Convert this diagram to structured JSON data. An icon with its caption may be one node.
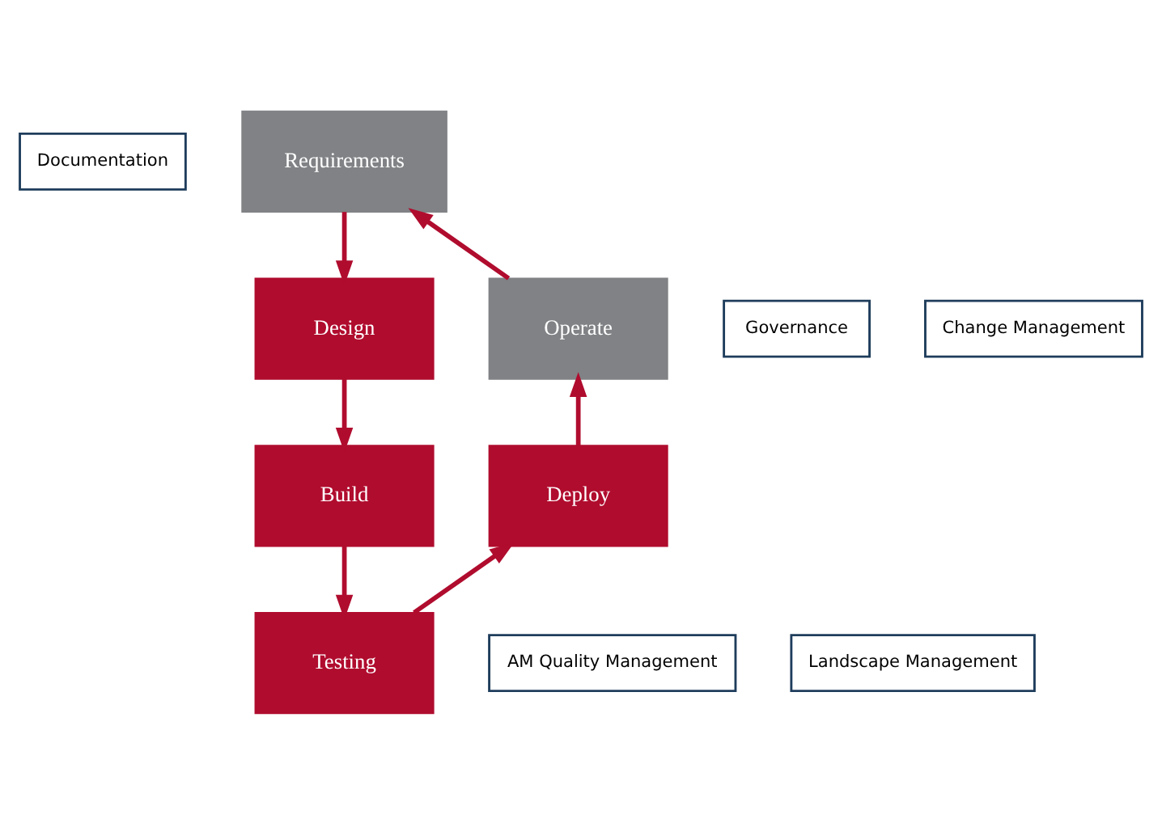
{
  "diagram": {
    "nodes": [
      {
        "text": [
          "Documentation"
        ]
      },
      {
        "text": [
          "Requirements"
        ]
      },
      {
        "text": [
          "Operate"
        ]
      },
      {
        "text": [
          "Design"
        ]
      },
      {
        "text": [
          "Governance"
        ]
      },
      {
        "text": [
          "Change Management"
        ]
      },
      {
        "text": [
          "Deploy"
        ]
      },
      {
        "text": [
          "Build"
        ]
      },
      {
        "text": [
          "Testing"
        ]
      },
      {
        "text": [
          "AM Quality Management"
        ]
      },
      {
        "text": [
          "Landscape Management"
        ]
      }
    ],
    "edges": [
      {
        "from": 1,
        "to": 3,
        "arrow": "to"
      },
      {
        "from": 3,
        "to": 7,
        "arrow": "to"
      },
      {
        "from": 7,
        "to": 8,
        "arrow": "to"
      },
      {
        "from": 8,
        "to": 6,
        "arrow": "to"
      },
      {
        "from": 6,
        "to": 2,
        "arrow": "to"
      },
      {
        "from": 2,
        "to": 1,
        "arrow": "to"
      }
    ]
  }
}
